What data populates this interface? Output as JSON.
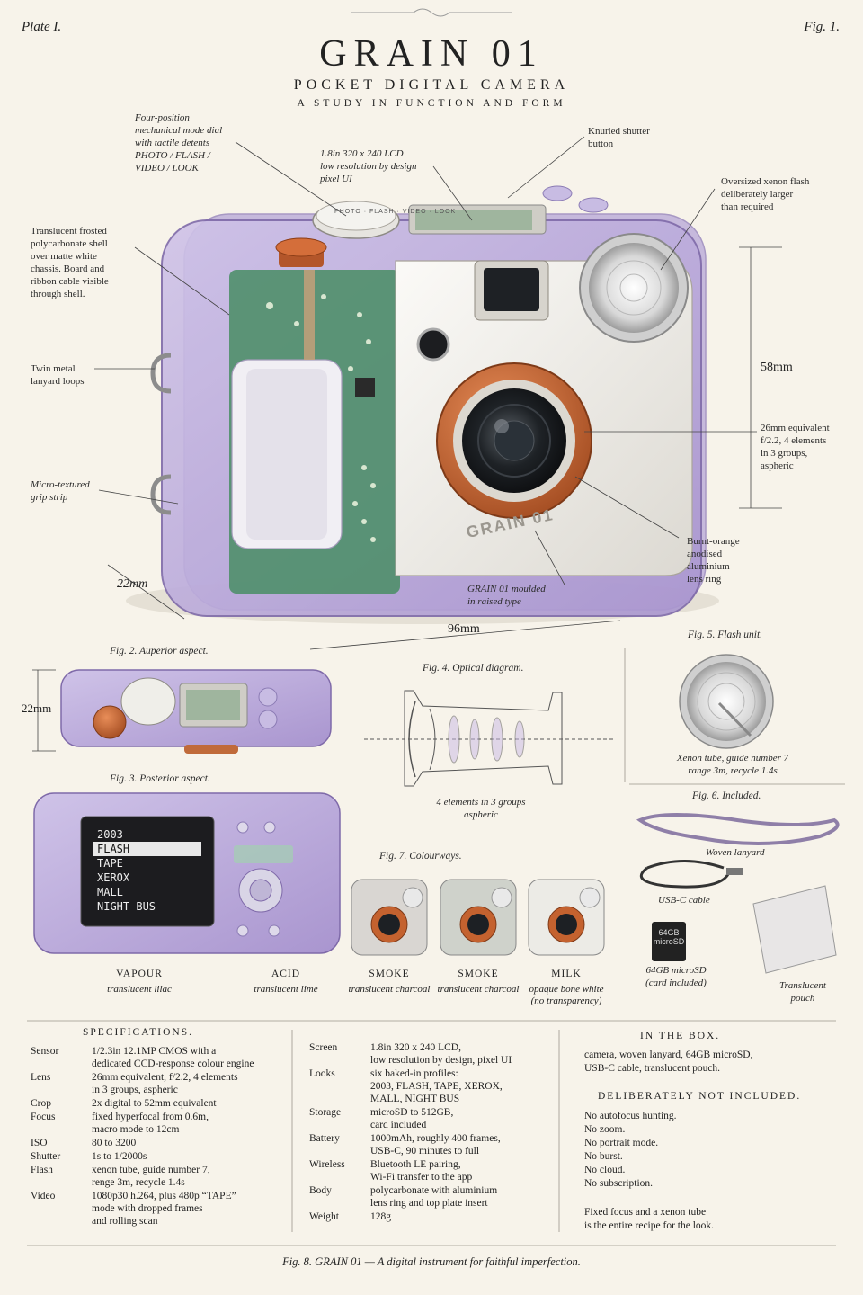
{
  "header": {
    "plate": "Plate I.",
    "fig": "Fig. 1.",
    "title": "GRAIN 01",
    "subtitle": "POCKET DIGITAL CAMERA",
    "tagline": "A STUDY IN FUNCTION AND FORM"
  },
  "main_annotations": {
    "mode_dial": [
      "Four-position",
      "mechanical mode dial",
      "with tactile detents",
      "PHOTO / FLASH /",
      "VIDEO / LOOK"
    ],
    "lcd": [
      "1.8in 320 x 240 LCD",
      "low resolution by design",
      "pixel UI"
    ],
    "shutter": [
      "Knurled shutter",
      "button"
    ],
    "flash": [
      "Oversized xenon flash",
      "deliberately larger",
      "than required"
    ],
    "shell": [
      "Translucent frosted",
      "polycarbonate shell",
      "over matte white",
      "chassis. Board and",
      "ribbon cable visible",
      "through shell."
    ],
    "loops": [
      "Twin metal",
      "lanyard loops"
    ],
    "grip": [
      "Micro-textured",
      "grip strip"
    ],
    "lens": [
      "26mm equivalent",
      "f/2.2, 4 elements",
      "in 3 groups,",
      "aspheric"
    ],
    "lens_ring": [
      "Burnt-orange",
      "anodised",
      "aluminium",
      "lens ring"
    ],
    "moulded": [
      "GRAIN 01 moulded",
      "in raised type"
    ],
    "dim_height": "58mm",
    "dim_depth": "22mm",
    "dim_width": "96mm",
    "body_logo": "GRAIN 01",
    "dial_labels": [
      "PHOTO",
      "FLASH",
      "VIDEO",
      "LOOK"
    ]
  },
  "fig2": {
    "caption": "Fig. 2.  Auperior aspect.",
    "dim": "22mm"
  },
  "fig3": {
    "caption": "Fig. 3.  Posterior aspect.",
    "menu": [
      "2003",
      "FLASH",
      "TAPE",
      "XEROX",
      "MALL",
      "NIGHT BUS"
    ],
    "selected_index": 1
  },
  "fig4": {
    "caption": "Fig. 4.  Optical diagram.",
    "note": [
      "4 elements in 3 groups",
      "aspheric"
    ]
  },
  "fig5": {
    "caption": "Fig. 5.  Flash unit.",
    "note": [
      "Xenon tube, guide number 7",
      "range 3m, recycle 1.4s"
    ]
  },
  "fig6": {
    "caption": "Fig. 6.  Included.",
    "lanyard": "Woven lanyard",
    "cable": "USB-C cable",
    "card": [
      "64GB microSD",
      "(card included)"
    ],
    "card_label": [
      "64GB",
      "microSD"
    ],
    "pouch": [
      "Translucent",
      "pouch"
    ]
  },
  "fig7": {
    "caption": "Fig. 7.  Colourways.",
    "colourways": [
      {
        "name": "VAPOUR",
        "sub": [
          "translucent lilac"
        ],
        "color": "#b9a7d6"
      },
      {
        "name": "ACID",
        "sub": [
          "translucent lime"
        ],
        "color": "#b8d48a"
      },
      {
        "name": "SMOKE",
        "sub": [
          "translucent charcoal"
        ],
        "color": "#d9d6d2"
      },
      {
        "name": "SMOKE",
        "sub": [
          "translucent charcoal"
        ],
        "color": "#cfd2cb"
      },
      {
        "name": "MILK",
        "sub": [
          "opaque bone white",
          "(no transparency)"
        ],
        "color": "#ecebe6"
      }
    ]
  },
  "specs": {
    "title": "SPECIFICATIONS.",
    "left": [
      {
        "k": "Sensor",
        "v": [
          "1/2.3in 12.1MP CMOS with a",
          "dedicated CCD-response colour engine"
        ]
      },
      {
        "k": "Lens",
        "v": [
          "26mm equivalent, f/2.2, 4 elements",
          "in 3 groups, aspheric"
        ]
      },
      {
        "k": "Crop",
        "v": [
          "2x digital to 52mm equivalent"
        ]
      },
      {
        "k": "Focus",
        "v": [
          "fixed hyperfocal from 0.6m,",
          "macro mode to 12cm"
        ]
      },
      {
        "k": "ISO",
        "v": [
          "80 to 3200"
        ]
      },
      {
        "k": "Shutter",
        "v": [
          "1s to 1/2000s"
        ]
      },
      {
        "k": "Flash",
        "v": [
          "xenon tube, guide number 7,",
          "renge 3m, recycle 1.4s"
        ]
      },
      {
        "k": "Video",
        "v": [
          "1080p30 h.264, plus 480p “TAPE”",
          "mode with dropped frames",
          "and rolling scan"
        ]
      }
    ],
    "right": [
      {
        "k": "Screen",
        "v": [
          "1.8in 320 x 240 LCD,",
          "low resolution by design, pixel UI"
        ]
      },
      {
        "k": "Looks",
        "v": [
          "six baked-in profiles:",
          "2003, FLASH, TAPE, XEROX,",
          "MALL, NIGHT BUS"
        ]
      },
      {
        "k": "Storage",
        "v": [
          "microSD to 512GB,",
          "card included"
        ]
      },
      {
        "k": "Battery",
        "v": [
          "1000mAh, roughly 400 frames,",
          "USB-C, 90 minutes to full"
        ]
      },
      {
        "k": "Wireless",
        "v": [
          "Bluetooth LE pairing,",
          "Wi-Fi transfer to the app"
        ]
      },
      {
        "k": "Body",
        "v": [
          "polycarbonate with aluminium",
          "lens ring and top plate insert"
        ]
      },
      {
        "k": "Weight",
        "v": [
          "128g"
        ]
      }
    ]
  },
  "inbox": {
    "title": "IN THE BOX.",
    "text": [
      "camera, woven lanyard, 64GB microSD,",
      "USB-C cable, translucent pouch."
    ],
    "not_title": "DELIBERATELY NOT INCLUDED.",
    "not_items": [
      "No autofocus hunting.",
      "No zoom.",
      "No portrait mode.",
      "No burst.",
      "No cloud.",
      "No subscription."
    ],
    "closing": [
      "Fixed focus and a xenon tube",
      "is the entire recipe for the look."
    ]
  },
  "footer": "Fig. 8.  GRAIN 01 — A digital instrument for faithful imperfection."
}
